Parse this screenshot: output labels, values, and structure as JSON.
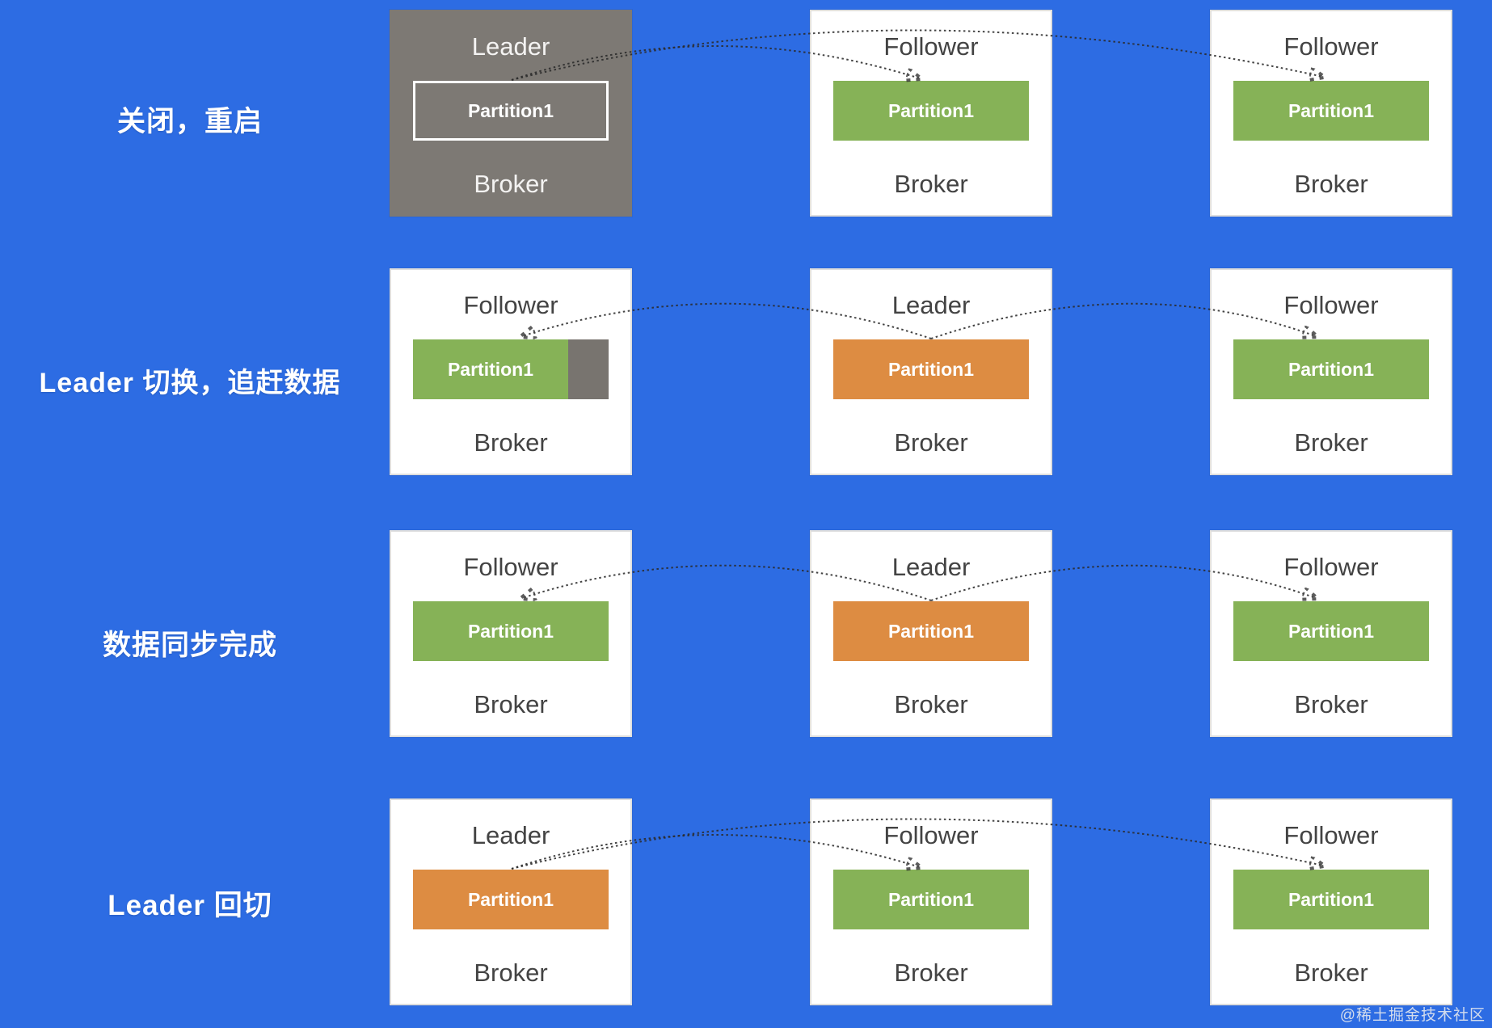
{
  "colors": {
    "background": "#2d6ce3",
    "partition_green": "#86b257",
    "partition_orange": "#dd8c42",
    "leader_gray_box": "#7d7974",
    "catchup_gray": "#78746f",
    "arrow": "#2b2b2b",
    "box_text": "#434343"
  },
  "watermark": {
    "text": "@稀土掘金技术社区"
  },
  "rows": [
    {
      "label": "关闭，重启",
      "brokers": [
        {
          "role": "Leader",
          "partition_label": "Partition1",
          "broker_label": "Broker"
        },
        {
          "role": "Follower",
          "partition_label": "Partition1",
          "broker_label": "Broker"
        },
        {
          "role": "Follower",
          "partition_label": "Partition1",
          "broker_label": "Broker"
        }
      ]
    },
    {
      "label": "Leader 切换，追赶数据",
      "brokers": [
        {
          "role": "Follower",
          "partition_label": "Partition1",
          "broker_label": "Broker"
        },
        {
          "role": "Leader",
          "partition_label": "Partition1",
          "broker_label": "Broker"
        },
        {
          "role": "Follower",
          "partition_label": "Partition1",
          "broker_label": "Broker"
        }
      ]
    },
    {
      "label": "数据同步完成",
      "brokers": [
        {
          "role": "Follower",
          "partition_label": "Partition1",
          "broker_label": "Broker"
        },
        {
          "role": "Leader",
          "partition_label": "Partition1",
          "broker_label": "Broker"
        },
        {
          "role": "Follower",
          "partition_label": "Partition1",
          "broker_label": "Broker"
        }
      ]
    },
    {
      "label": "Leader 回切",
      "brokers": [
        {
          "role": "Leader",
          "partition_label": "Partition1",
          "broker_label": "Broker"
        },
        {
          "role": "Follower",
          "partition_label": "Partition1",
          "broker_label": "Broker"
        },
        {
          "role": "Follower",
          "partition_label": "Partition1",
          "broker_label": "Broker"
        }
      ]
    }
  ]
}
